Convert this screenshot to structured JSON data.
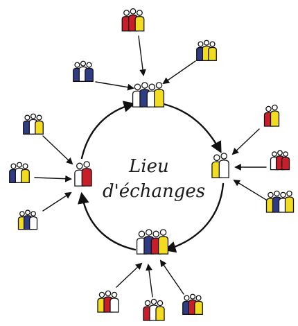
{
  "center_label": {
    "line1": "Lieu",
    "line2": "d'échanges"
  },
  "palette": {
    "red": "#c81e2a",
    "yellow": "#f2dc21",
    "navy": "#2f3b82",
    "white": "#ffffff",
    "ink": "#111111"
  },
  "hubs": [
    {
      "id": "top",
      "figures": [
        "white",
        "navy",
        "white",
        "yellow"
      ]
    },
    {
      "id": "left",
      "figures": [
        "white",
        "red"
      ]
    },
    {
      "id": "right",
      "figures": [
        "yellow",
        "white"
      ]
    },
    {
      "id": "bottom",
      "figures": [
        "white",
        "navy",
        "red",
        "yellow"
      ]
    }
  ],
  "satellites": [
    {
      "hub": "top",
      "figures": [
        "red",
        "red",
        "yellow"
      ]
    },
    {
      "hub": "top",
      "figures": [
        "navy",
        "white",
        "navy"
      ]
    },
    {
      "hub": "top",
      "figures": [
        "navy",
        "yellow",
        "yellow"
      ]
    },
    {
      "hub": "left",
      "figures": [
        "navy",
        "white",
        "yellow"
      ]
    },
    {
      "hub": "left",
      "figures": [
        "navy",
        "white",
        "yellow"
      ]
    },
    {
      "hub": "left",
      "figures": [
        "yellow",
        "navy",
        "white"
      ]
    },
    {
      "hub": "right",
      "figures": [
        "red",
        "yellow"
      ]
    },
    {
      "hub": "right",
      "figures": [
        "white",
        "red",
        "red"
      ]
    },
    {
      "hub": "right",
      "figures": [
        "yellow",
        "navy",
        "white",
        "yellow"
      ]
    },
    {
      "hub": "bottom",
      "figures": [
        "yellow",
        "red",
        "white"
      ]
    },
    {
      "hub": "bottom",
      "figures": [
        "red",
        "white",
        "yellow"
      ]
    },
    {
      "hub": "bottom",
      "figures": [
        "navy",
        "red",
        "yellow"
      ]
    }
  ]
}
